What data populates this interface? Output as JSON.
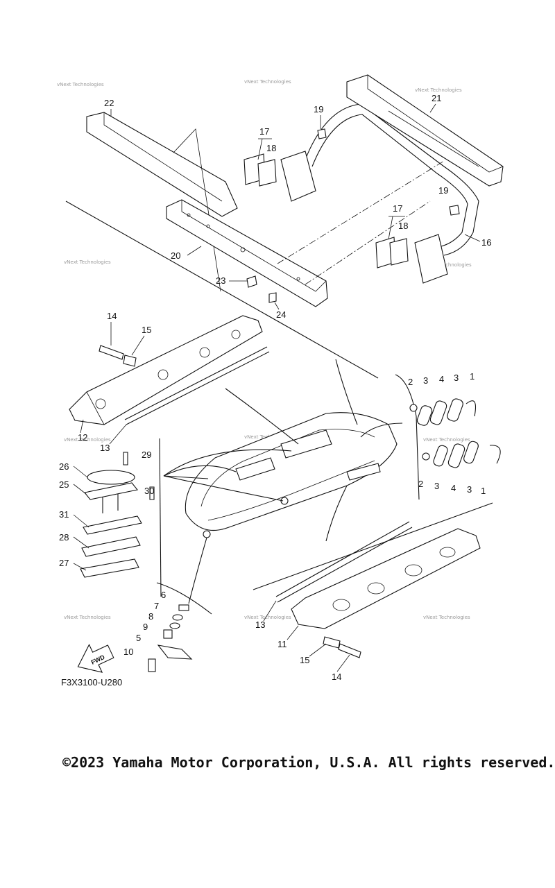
{
  "diagram": {
    "figure_code": "F3X3100-U280",
    "fwd_label": "FWD",
    "watermark": "vNext Technologies",
    "callouts": {
      "c1a": "1",
      "c1b": "1",
      "c2a": "2",
      "c2b": "2",
      "c3a": "3",
      "c3b": "3",
      "c3c": "3",
      "c3d": "3",
      "c4a": "4",
      "c4b": "4",
      "c5": "5",
      "c6": "6",
      "c7": "7",
      "c8": "8",
      "c9": "9",
      "c10": "10",
      "c11": "11",
      "c12": "12",
      "c13a": "13",
      "c13b": "13",
      "c14a": "14",
      "c14b": "14",
      "c15a": "15",
      "c15b": "15",
      "c16": "16",
      "c17a": "17",
      "c17b": "17",
      "c18a": "18",
      "c18b": "18",
      "c19a": "19",
      "c19b": "19",
      "c20": "20",
      "c21": "21",
      "c22": "22",
      "c23": "23",
      "c24": "24",
      "c25": "25",
      "c26": "26",
      "c27": "27",
      "c28": "28",
      "c29": "29",
      "c30": "30",
      "c31": "31"
    }
  },
  "footer": {
    "copyright": "©2023 Yamaha Motor Corporation, U.S.A. All rights reserved."
  }
}
